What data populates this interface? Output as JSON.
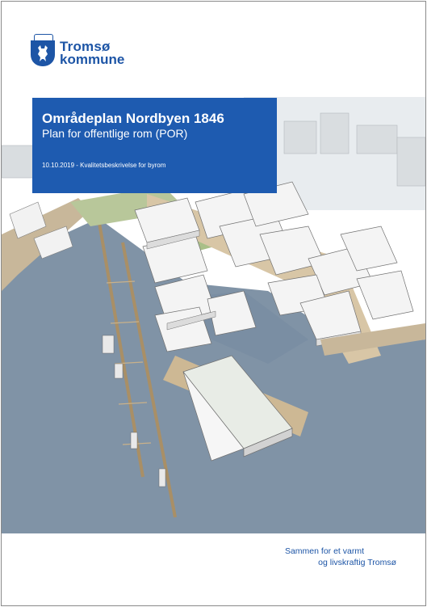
{
  "logo": {
    "line1": "Tromsø",
    "line2": "kommune"
  },
  "title_box": {
    "title": "Områdeplan Nordbyen 1846",
    "subtitle": "Plan for offentlige rom (POR)",
    "date_line": "10.10.2019 - Kvalitetsbeskrivelse for byrom"
  },
  "slogan": {
    "line1": "Sammen for et varmt",
    "line2": "og livskraftig Tromsø"
  },
  "colors": {
    "brand_blue": "#1e5bb0",
    "water": "#8093a6",
    "building": "#f2f2f2"
  }
}
